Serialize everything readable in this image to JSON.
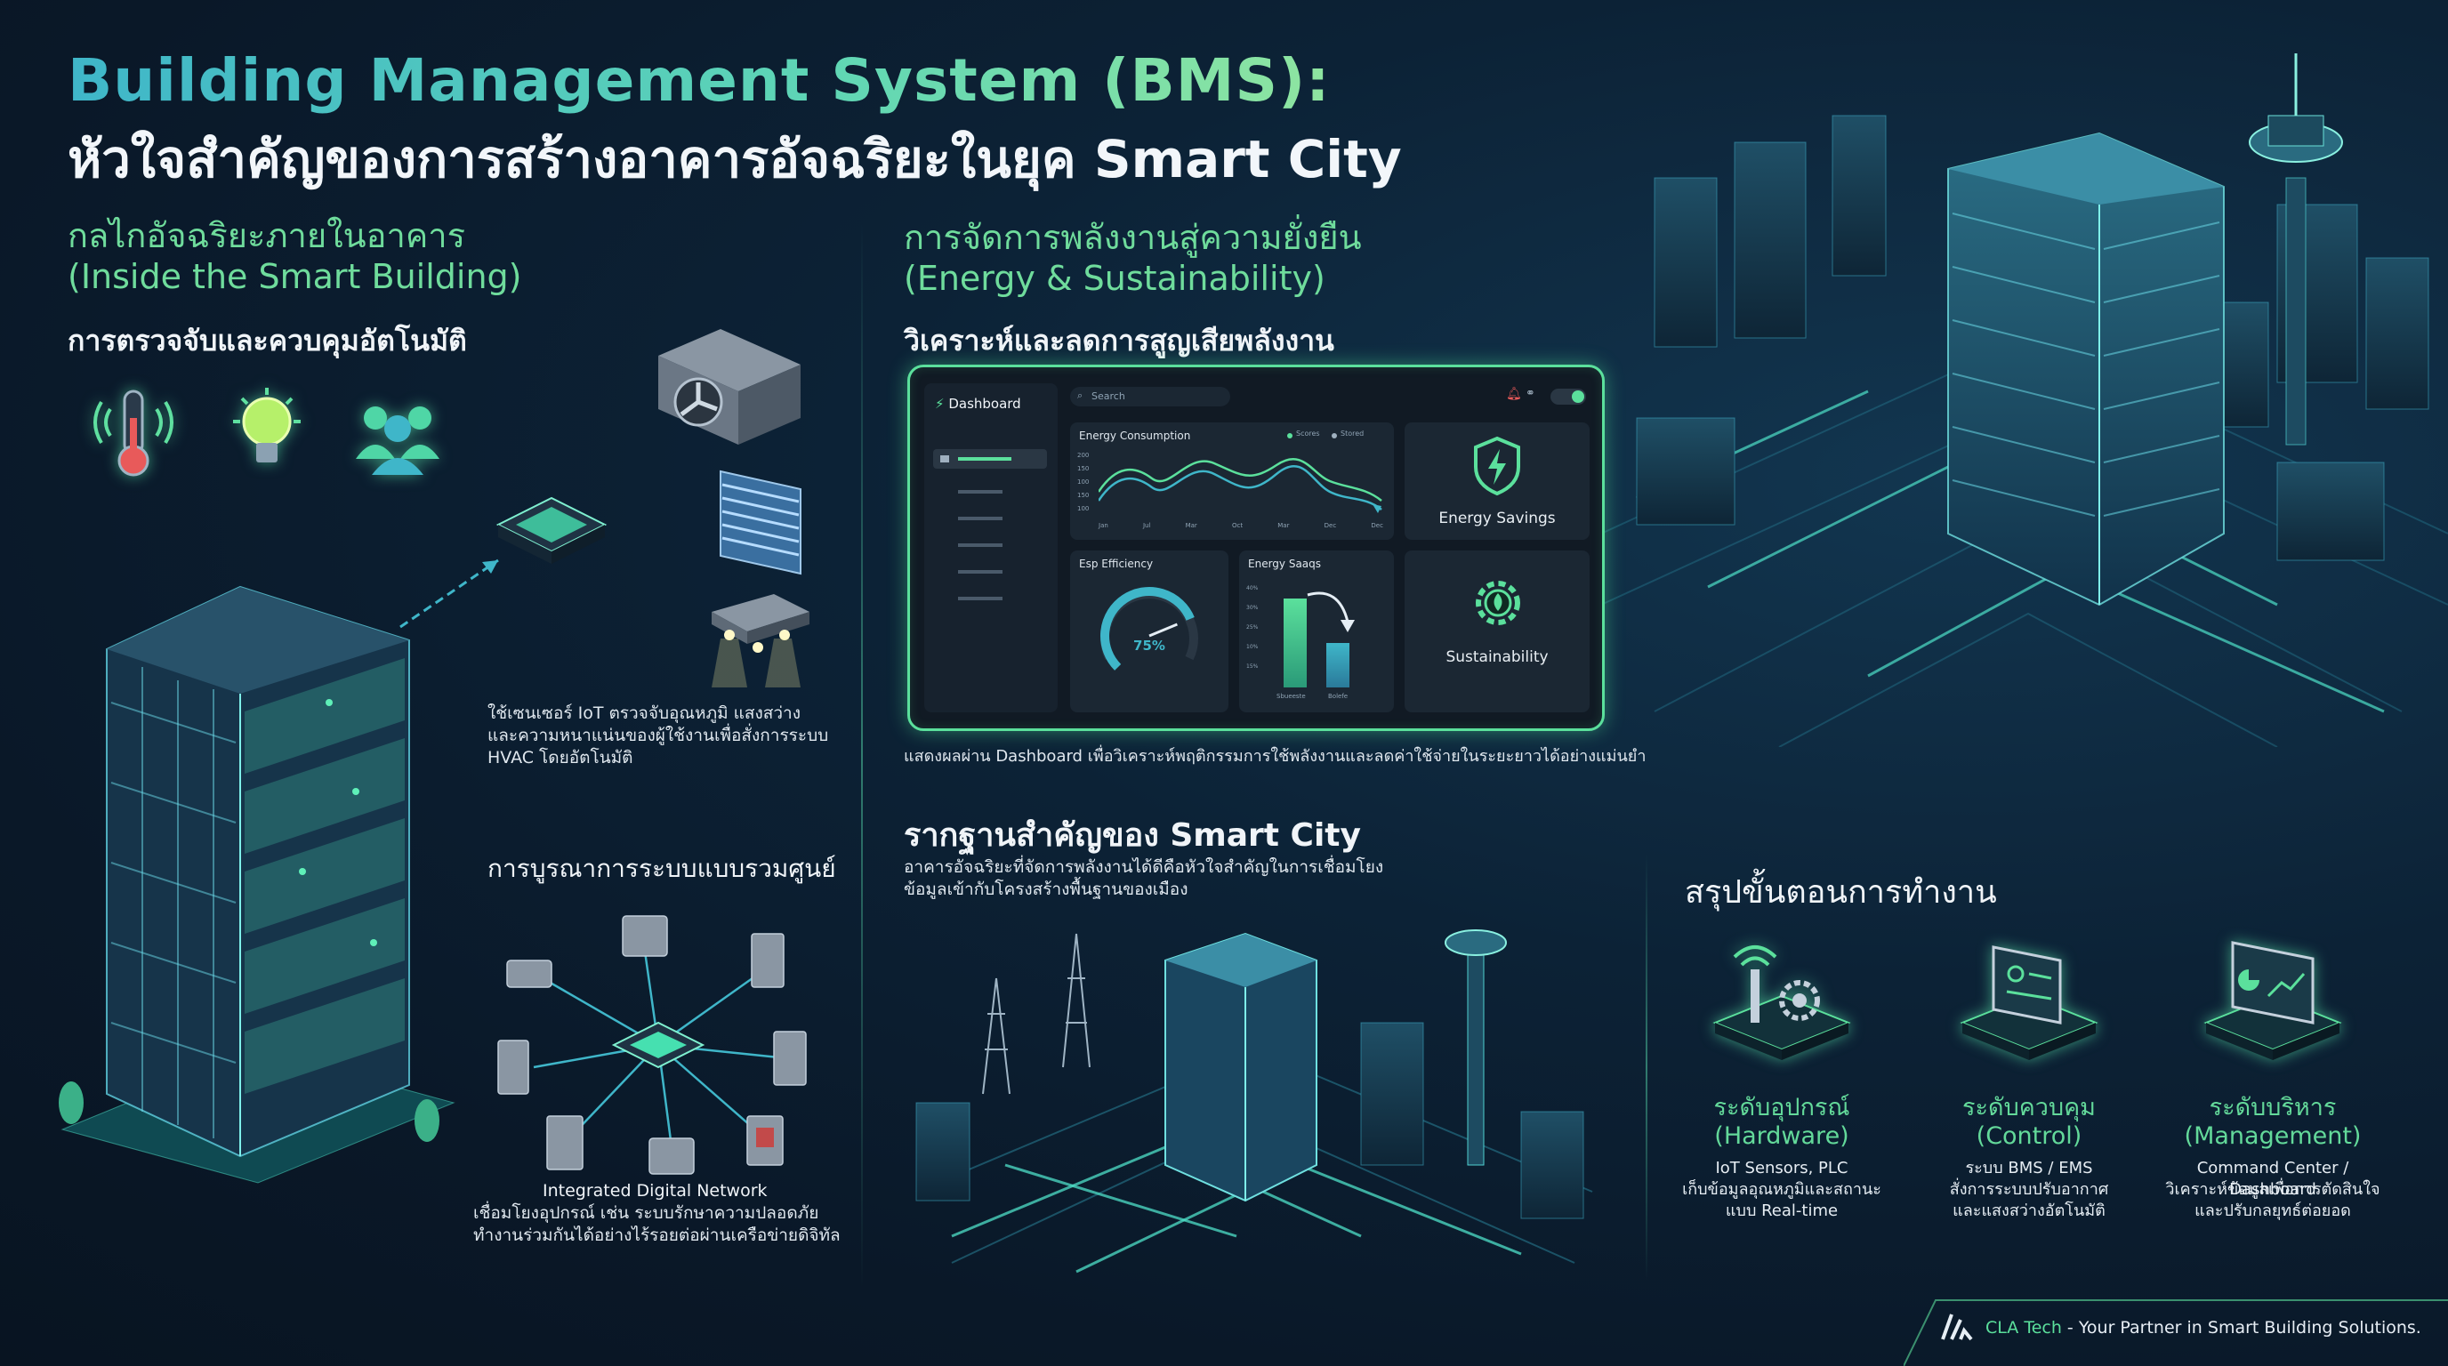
{
  "header": {
    "title_line1": "Building Management System (BMS):",
    "title_line2": "หัวใจสำคัญของการสร้างอาคารอัจฉริยะในยุค Smart City"
  },
  "left": {
    "section_title_th": "กลไกอัจฉริยะภายในอาคาร",
    "section_title_en": "(Inside the Smart Building)",
    "sensing_heading": "การตรวจจับและควบคุมอัตโนมัติ",
    "sensing_desc_1": "ใช้เซนเซอร์ IoT ตรวจจับอุณหภูมิ แสงสว่าง",
    "sensing_desc_2": "และความหนาแน่นของผู้ใช้งานเพื่อสั่งการระบบ",
    "sensing_desc_3": "HVAC โดยอัตโนมัติ",
    "integration_heading": "การบูรณาการระบบแบบรวมศูนย์",
    "network_title": "Integrated Digital Network",
    "network_desc_1": "เชื่อมโยงอุปกรณ์ เช่น ระบบรักษาความปลอดภัย",
    "network_desc_2": "ทำงานร่วมกันได้อย่างไร้รอยต่อผ่านเครือข่ายดิจิทัล"
  },
  "middle": {
    "section_title_th": "การจัดการพลังงานสู่ความยั่งยืน",
    "section_title_en": "(Energy & Sustainability)",
    "analysis_heading": "วิเคราะห์และลดการสูญเสียพลังงาน",
    "dashboard": {
      "nav_title": "Dashboard",
      "search_placeholder": "Search",
      "energy_consumption_title": "Energy Consumption",
      "legend_1": "Scores",
      "legend_2": "Stored",
      "y_ticks": [
        "200",
        "150",
        "100",
        "150",
        "100"
      ],
      "x_ticks": [
        "Jan",
        "Jul",
        "Mar",
        "Oct",
        "Mar",
        "Dec",
        "Dec"
      ],
      "energy_savings_label": "Energy Savings",
      "efficiency_title": "Esp Efficiency",
      "efficiency_value": "75%",
      "energy_saved_title": "Energy Saaqs",
      "saved_ticks": [
        "40%",
        "30%",
        "25%",
        "10%",
        "15%"
      ],
      "saved_bar_labels": [
        "Sbueeste",
        "Bolefe"
      ],
      "sustainability_label": "Sustainability"
    },
    "dashboard_caption": "แสดงผลผ่าน Dashboard เพื่อวิเคราะห์พฤติกรรมการใช้พลังงานและลดค่าใช้จ่ายในระยะยาวได้อย่างแม่นยำ",
    "foundation_heading": "รากฐานสำคัญของ Smart City",
    "foundation_desc_1": "อาคารอัจฉริยะที่จัดการพลังงานได้ดีคือหัวใจสำคัญในการเชื่อมโยง",
    "foundation_desc_2": "ข้อมูลเข้ากับโครงสร้างพื้นฐานของเมือง"
  },
  "right": {
    "summary_heading": "สรุปขั้นตอนการทำงาน",
    "steps": [
      {
        "title_th": "ระดับอุปกรณ์",
        "title_en": "(Hardware)",
        "desc_1": "IoT Sensors, PLC",
        "desc_2": "เก็บข้อมูลอุณหภูมิและสถานะ",
        "desc_3": "แบบ Real-time"
      },
      {
        "title_th": "ระดับควบคุม",
        "title_en": "(Control)",
        "desc_1": "ระบบ BMS / EMS",
        "desc_2": "สั่งการระบบปรับอากาศ",
        "desc_3": "และแสงสว่างอัตโนมัติ"
      },
      {
        "title_th": "ระดับบริหาร",
        "title_en": "(Management)",
        "desc_1": "Command Center / Dashboard",
        "desc_2": "วิเคราะห์ข้อมูลเพื่อการตัดสินใจ",
        "desc_3": "และปรับกลยุทธ์ต่อยอด"
      }
    ]
  },
  "footer": {
    "brand": "CLA Tech",
    "tagline": " - Your Partner in Smart Building Solutions."
  },
  "colors": {
    "accent_green": "#5be09c",
    "accent_teal": "#3fb6c9",
    "background": "#0b1a2b"
  }
}
